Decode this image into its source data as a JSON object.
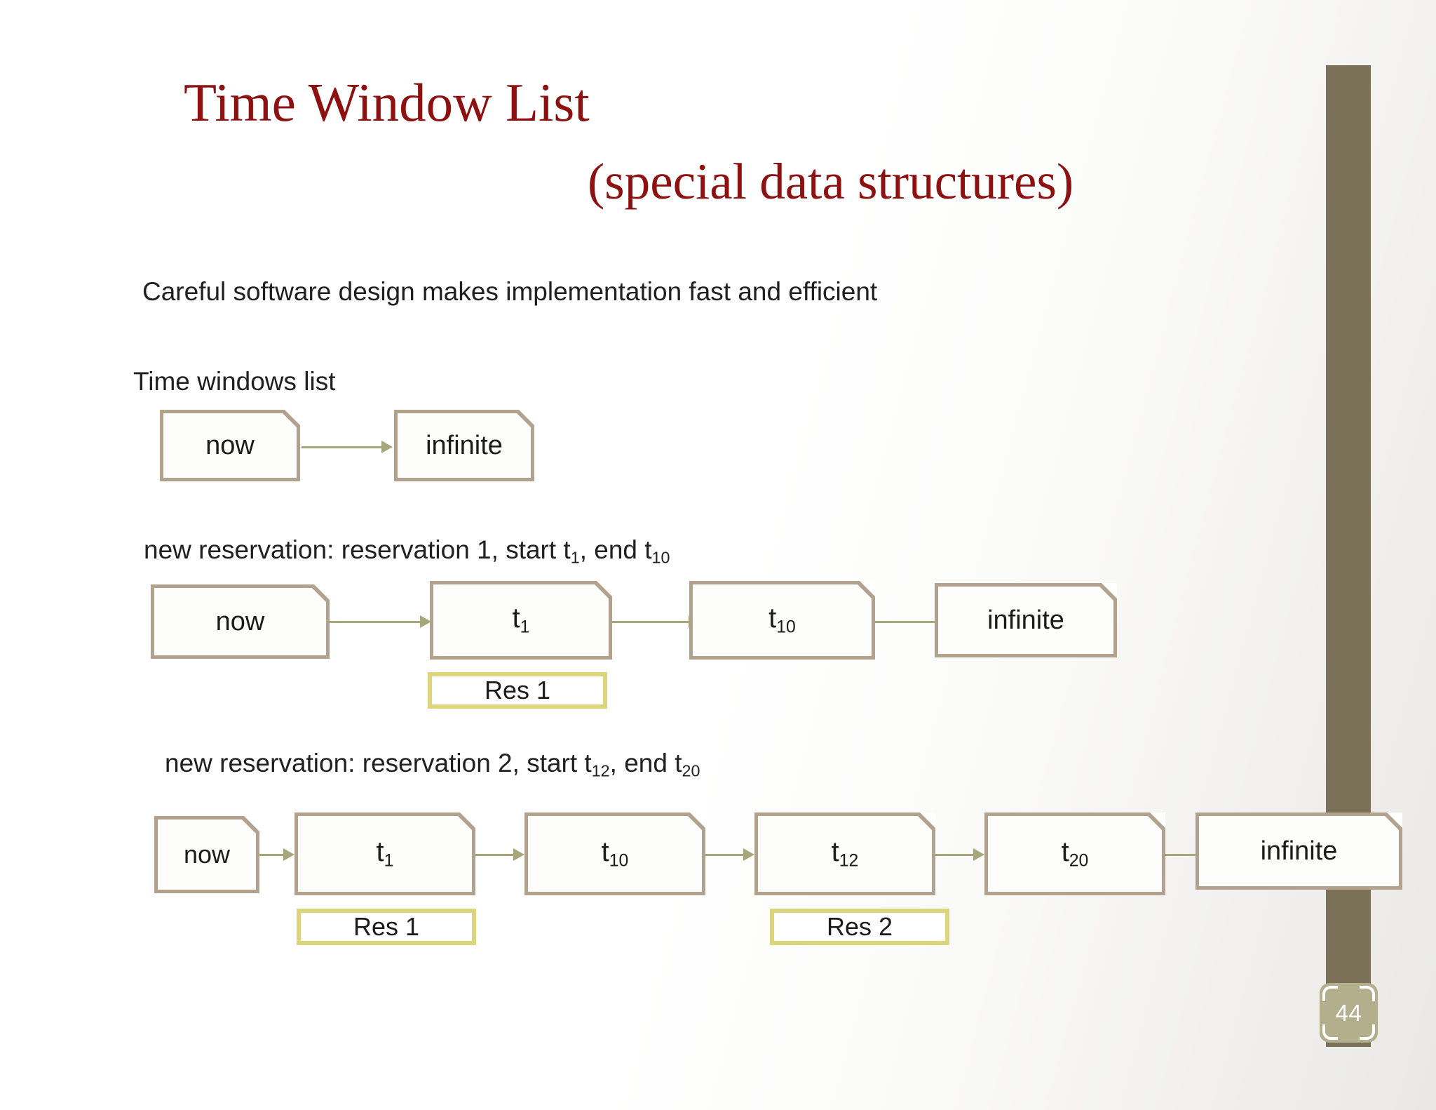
{
  "slide": {
    "title_main": "Time Window List",
    "title_sub": "(special data structures)",
    "page_number": "44"
  },
  "body": {
    "lead_text": "Careful software design makes implementation fast and efficient",
    "section1_label": "Time windows list",
    "section2_label_prefix": "new reservation:  reservation 1, start t",
    "section2_sub1": "1",
    "section2_mid": ", end t",
    "section2_sub2": "10",
    "section3_label_prefix": "new reservation:  reservation 2, start t",
    "section3_sub1": "12",
    "section3_mid": ", end t",
    "section3_sub2": "20"
  },
  "diagram": {
    "row1": {
      "nodes": [
        {
          "id": "r1-now",
          "label": "now",
          "sub": ""
        },
        {
          "id": "r1-infinite",
          "label": "infinite",
          "sub": ""
        }
      ]
    },
    "row2": {
      "nodes": [
        {
          "id": "r2-now",
          "label": "now",
          "sub": ""
        },
        {
          "id": "r2-t1",
          "label": "t",
          "sub": "1"
        },
        {
          "id": "r2-t10",
          "label": "t",
          "sub": "10"
        },
        {
          "id": "r2-infinite",
          "label": "infinite",
          "sub": ""
        }
      ],
      "reservations": [
        {
          "id": "r2-res1",
          "label": "Res 1"
        }
      ]
    },
    "row3": {
      "nodes": [
        {
          "id": "r3-now",
          "label": "now",
          "sub": ""
        },
        {
          "id": "r3-t1",
          "label": "t",
          "sub": "1"
        },
        {
          "id": "r3-t10",
          "label": "t",
          "sub": "10"
        },
        {
          "id": "r3-t12",
          "label": "t",
          "sub": "12"
        },
        {
          "id": "r3-t20",
          "label": "t",
          "sub": "20"
        },
        {
          "id": "r3-infinite",
          "label": "infinite",
          "sub": ""
        }
      ],
      "reservations": [
        {
          "id": "r3-res1",
          "label": "Res 1"
        },
        {
          "id": "r3-res2",
          "label": "Res 2"
        }
      ]
    }
  },
  "colors": {
    "title": "#8d1111",
    "node_border": "#b2a18d",
    "arrow": "#a6a87c",
    "reservation_border": "#dcd57c",
    "side_bar": "#7b7058",
    "page_badge": "#b3ae8c"
  }
}
